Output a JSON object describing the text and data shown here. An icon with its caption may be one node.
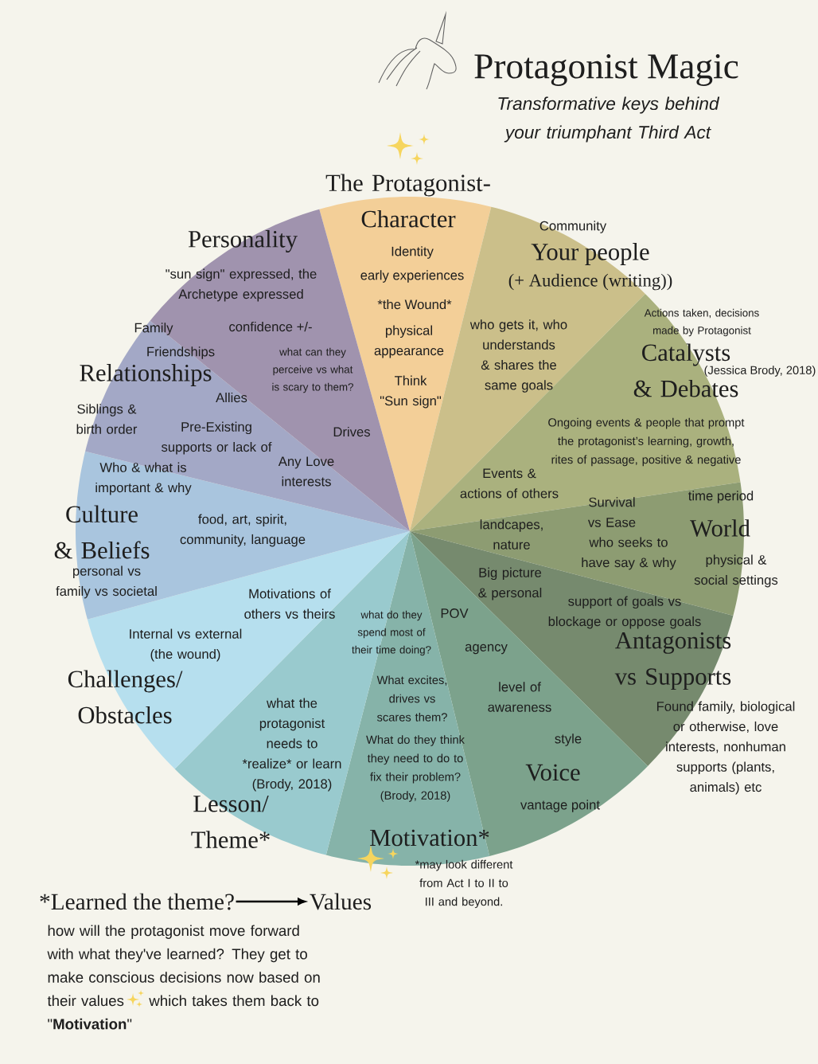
{
  "diagram": {
    "title": "Protagonist Magic",
    "nodes": [
      {
        "text": [
          "The Protagonist- Character",
          "Identity",
          "early experiences",
          "*the Wound*",
          "physical appearance",
          "Think \"Sun sign\""
        ]
      },
      {
        "text": [
          "Community",
          "Your people",
          "(+ Audience (writing))",
          "who gets it, who understands & shares the same goals"
        ]
      },
      {
        "text": [
          "Actions taken, decisions made by Protagonist",
          "Catalysts & Debates",
          "(Jessica Brody, 2018)",
          "Ongoing events & people that prompt the protagonist’s learning, growth, rites of passage, positive & negative",
          "Events & actions of others"
        ]
      },
      {
        "text": [
          "time period",
          "Survival vs Ease",
          "World",
          "landcapes, nature",
          "who seeks to have say & why",
          "physical & social settings"
        ]
      },
      {
        "text": [
          "Big picture & personal",
          "support of goals vs blockage or oppose goals",
          "Antagonists vs Supports",
          "Found family, biological or otherwise, love interests, nonhuman supports (plants, animals) etc"
        ]
      },
      {
        "text": [
          "POV",
          "agency",
          "level of awareness",
          "style",
          "Voice",
          "vantage point"
        ]
      },
      {
        "text": [
          "what do they spend most of their time doing?",
          "What excites, drives vs scares them?",
          "What do they think they need to do to fix their problem? (Brody, 2018)",
          "Motivation*"
        ],
        "beside": [
          "*may look different from Act I to II to III and beyond."
        ]
      },
      {
        "text": [
          "what the protagonist needs to *realize* or learn (Brody, 2018)",
          "Lesson/ Theme*"
        ]
      },
      {
        "text": [
          "Motivations of others vs theirs",
          "Internal vs external (the wound)",
          "Challenges/ Obstacles"
        ]
      },
      {
        "text": [
          "Who & what is important & why",
          "Culture & Beliefs",
          "food, art, spirit, community, language",
          "personal vs family vs societal"
        ]
      },
      {
        "text": [
          "Family",
          "Friendships",
          "Relationships",
          "Allies",
          "Siblings & birth order",
          "Pre-Existing supports or lack of",
          "Any Love interests"
        ]
      },
      {
        "text": [
          "Personality",
          "\"sun sign\" expressed, the Archetype expressed",
          "confidence +/-",
          "what can they perceive vs what is scary to them?",
          "Drives"
        ]
      },
      {
        "text": [
          "*Learned the theme?"
        ]
      },
      {
        "text": [
          "Values"
        ]
      }
    ],
    "edges": [
      {
        "from": 12,
        "to": 13,
        "arrow": "to"
      }
    ],
    "labels": [
      "Transformative keys behind your triumphant Third Act",
      "how will the protagonist move forward with what they've learned? They get to make conscious decisions now based on their values",
      "which takes them back to \"**Motivation**\""
    ]
  }
}
